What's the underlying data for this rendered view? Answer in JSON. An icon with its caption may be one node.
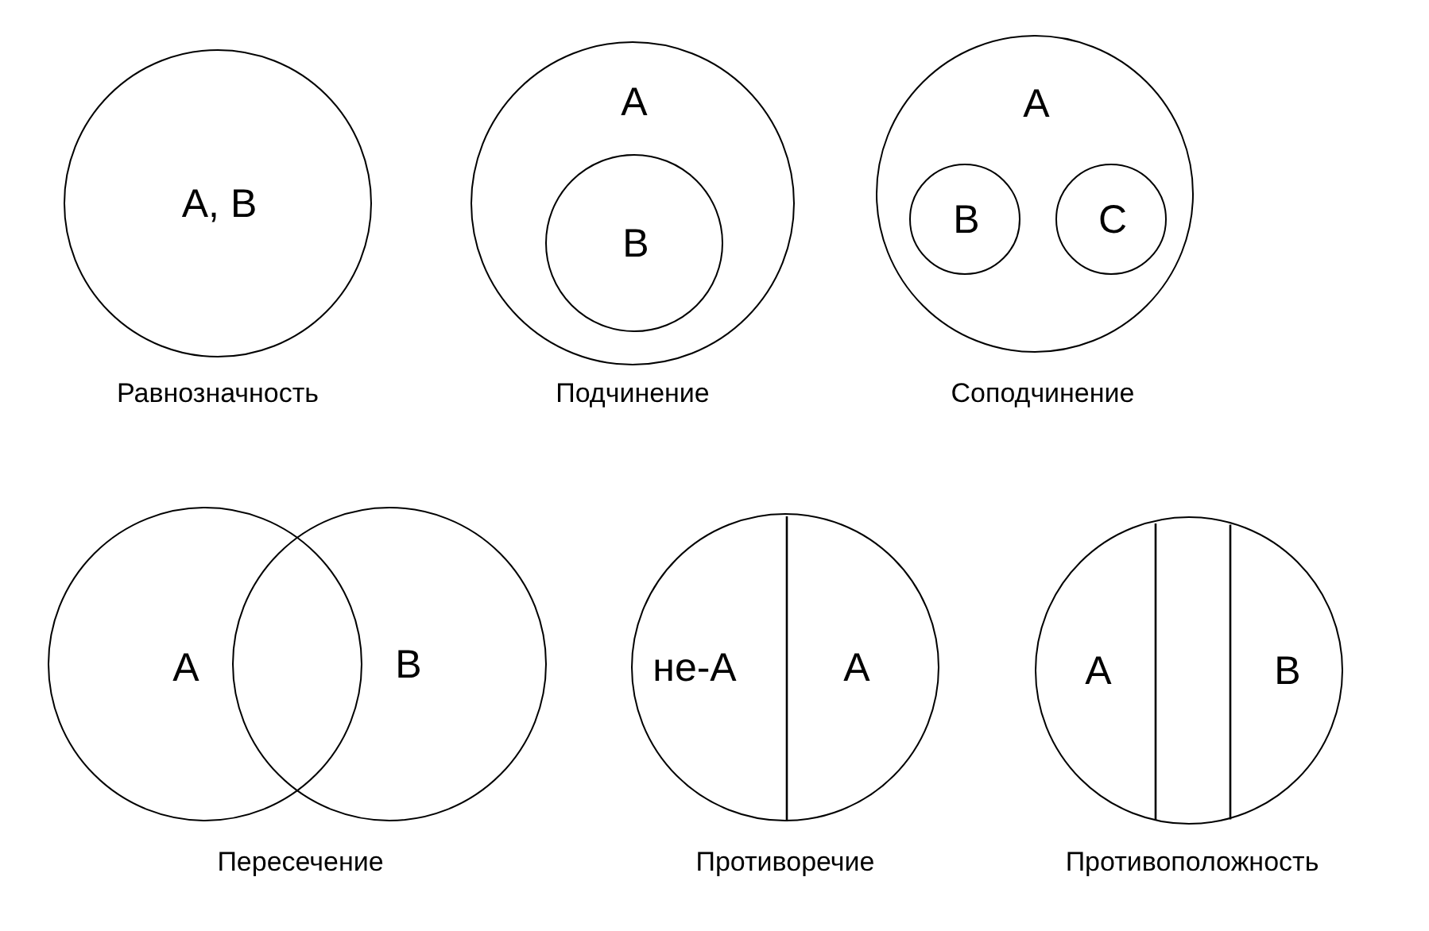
{
  "diagram": {
    "nodes": [
      {
        "text": [
          "A, B"
        ],
        "beside": [
          "Равнозначность"
        ]
      },
      {
        "text": [
          "A"
        ],
        "beside": [
          "Подчинение"
        ]
      },
      {
        "text": [
          "B"
        ],
        "in": 1
      },
      {
        "text": [
          "A"
        ],
        "beside": [
          "Соподчинение"
        ]
      },
      {
        "text": [
          "B"
        ],
        "in": 3
      },
      {
        "text": [
          "C"
        ],
        "in": 3
      },
      {
        "text": [
          "A"
        ]
      },
      {
        "text": [
          "B"
        ]
      },
      {
        "text": [
          "не-A",
          "A"
        ],
        "beside": [
          "Противоречие"
        ]
      },
      {
        "text": [
          "A",
          "B"
        ],
        "beside": [
          "Противоположность"
        ]
      }
    ],
    "edges": [],
    "labels": [
      "Пересечение"
    ]
  }
}
